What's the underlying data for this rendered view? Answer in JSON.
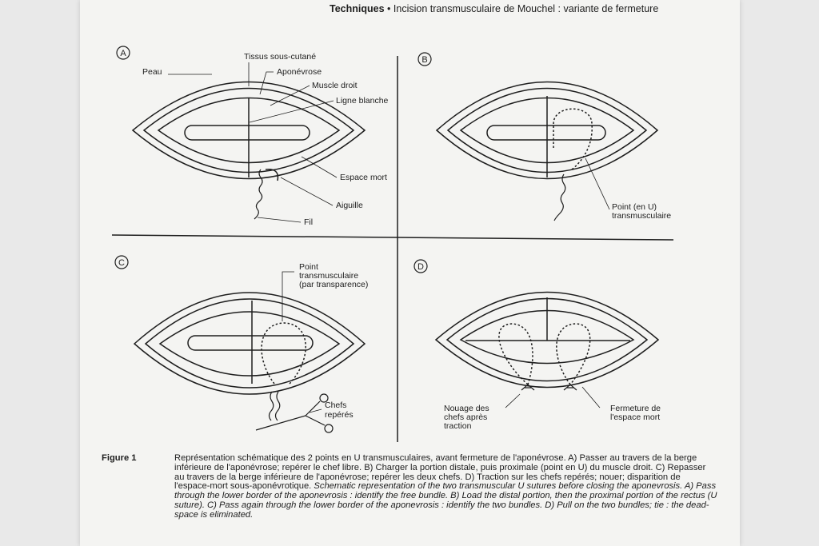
{
  "header": {
    "section": "Techniques",
    "separator": "•",
    "subtitle": "Incision transmusculaire de Mouchel : variante de fermeture"
  },
  "panels": [
    {
      "letter": "A",
      "labels": {
        "peau": "Peau",
        "tissus": "Tissus sous-cutané",
        "aponevrose": "Aponévrose",
        "muscle": "Muscle droit",
        "ligne": "Ligne blanche",
        "espace": "Espace mort",
        "aiguille": "Aiguille",
        "fil": "Fil"
      }
    },
    {
      "letter": "B",
      "labels": {
        "point_line1": "Point (en U)",
        "point_line2": "transmusculaire"
      }
    },
    {
      "letter": "C",
      "labels": {
        "point_line1": "Point",
        "point_line2": "transmusculaire",
        "point_line3": "(par transparence)",
        "chefs_line1": "Chefs",
        "chefs_line2": "repérés"
      }
    },
    {
      "letter": "D",
      "labels": {
        "nouage_line1": "Nouage des",
        "nouage_line2": "chefs après",
        "nouage_line3": "traction",
        "fermeture_line1": "Fermeture de",
        "fermeture_line2": "l'espace mort"
      }
    }
  ],
  "caption": {
    "label": "Figure 1",
    "french": "Représentation schématique des 2 points en U transmusculaires, avant fermeture de l'aponévrose. A) Passer au travers de la berge inférieure de l'aponévrose; repérer le chef libre. B) Charger la portion distale, puis proximale (point en U) du muscle droit. C) Repasser au travers de la berge inférieure de l'aponévrose; repérer les deux chefs. D) Traction sur les chefs repérés; nouer; disparition de l'espace-mort sous-aponévrotique.",
    "english": "Schematic representation of the two transmuscular U sutures before closing the aponevrosis. A) Pass through the lower border of the aponevrosis : identify the free bundle. B) Load the distal portion, then the proximal portion of the rectus (U suture). C) Pass again through the lower border of the aponevrosis : identify the two bundles. D) Pull on the two bundles; tie : the dead-space is eliminated."
  }
}
